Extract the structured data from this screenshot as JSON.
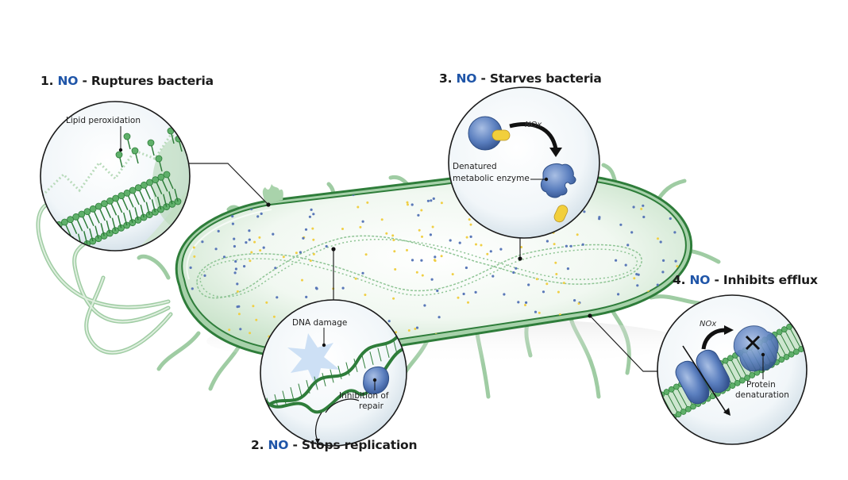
{
  "figure": {
    "title": "Mechanisms of nitric oxide (NO) antibacterial action",
    "mechanisms": [
      {
        "number": "1.",
        "agent": "NO",
        "separator": "-",
        "effect": "Ruptures bacteria",
        "inset_labels": [
          "Lipid peroxidation"
        ]
      },
      {
        "number": "2.",
        "agent": "NO",
        "separator": "-",
        "effect": "Stops replication",
        "inset_labels": [
          "DNA damage",
          "Inhibition of",
          "repair"
        ]
      },
      {
        "number": "3.",
        "agent": "NO",
        "separator": "-",
        "effect": "Starves bacteria",
        "inset_labels": [
          "NOx",
          "Denatured",
          "metabolic enzyme"
        ]
      },
      {
        "number": "4.",
        "agent": "NO",
        "separator": "-",
        "effect": "Inhibits efflux",
        "inset_labels": [
          "NOx",
          "Protein",
          "denaturation"
        ]
      }
    ],
    "icons": {
      "bacterium": "bacterium-cell-icon",
      "dna": "dna-helix-icon",
      "lipid": "lipid-bilayer-icon",
      "enzyme": "enzyme-icon",
      "efflux": "efflux-pump-icon",
      "inhibit": "x-mark-icon"
    },
    "colors": {
      "agent_text": "#1f55a8",
      "heading_text": "#1b1b1b",
      "membrane_green": "#2e7d3a",
      "cell_fill": "#dcefdc",
      "protein_blue": "#4a6fb0",
      "cofactor_yellow": "#f2cf3c",
      "inset_fill": "#eef4f8"
    }
  }
}
